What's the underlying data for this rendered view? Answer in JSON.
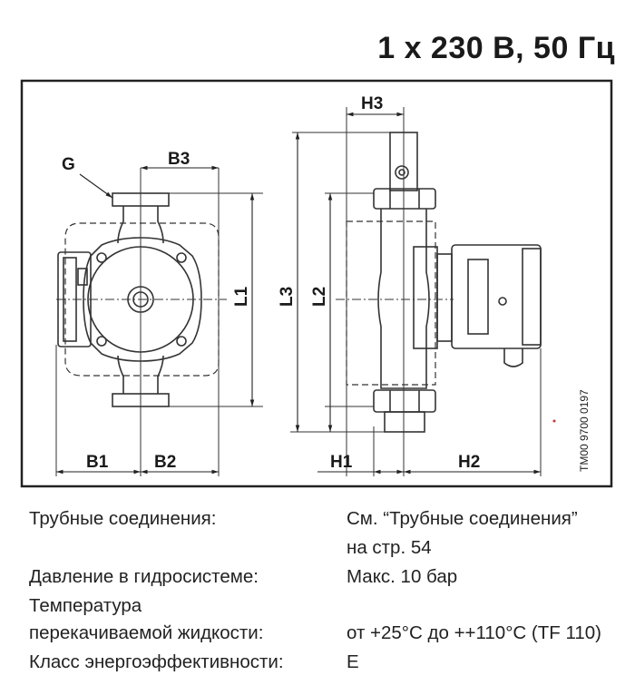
{
  "header": {
    "voltage": "1 x 230 В, 50 Гц"
  },
  "drawing": {
    "labels": {
      "G": "G",
      "B3": "B3",
      "H3": "H3",
      "L1": "L1",
      "L2": "L2",
      "L3": "L3",
      "B1": "B1",
      "B2": "B2",
      "H1": "H1",
      "H2": "H2"
    },
    "doc_code": "TM00 9700 0197"
  },
  "specs": [
    {
      "label": "Трубные соединения:",
      "value": "См. “Трубные соединения”",
      "value2": "на стр.  54"
    },
    {
      "label": "Давление в гидросистеме:",
      "value": "Макс. 10 бар"
    },
    {
      "label": "Температура",
      "label2": "перекачиваемой жидкости:",
      "value": "от +25°C до ++110°C (TF 110)"
    },
    {
      "label": "Класс энергоэффективности:",
      "value": "E"
    }
  ]
}
